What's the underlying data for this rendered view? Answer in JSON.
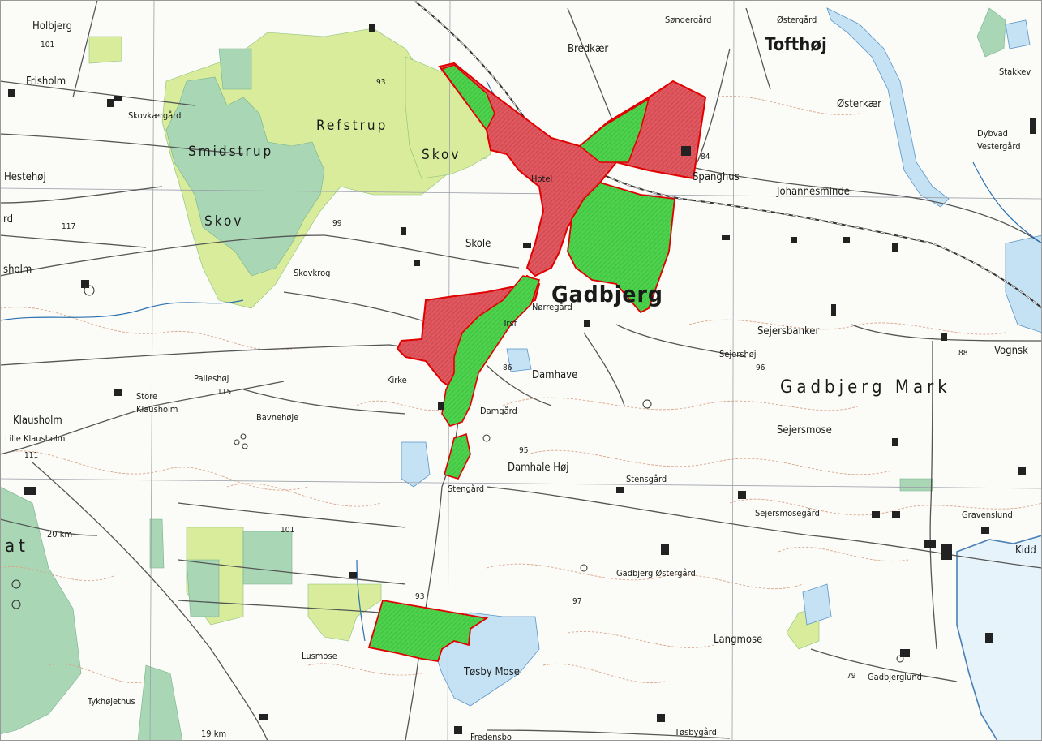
{
  "map": {
    "colors": {
      "paper": "#fbfbf7",
      "forest_light": "#d8ec9c",
      "forest_dark": "#a9d7b5",
      "water": "#c4e2f4",
      "red_area": "#e0585f",
      "green_area": "#4ed24e",
      "contour": "#d9a68c",
      "road": "#555555",
      "grid": "#9aa0a8"
    },
    "places": {
      "holbjerg": "Holbjerg",
      "frisholm": "Frisholm",
      "skovkaergard": "Skovkærgård",
      "hestehoj": "Hestehøj",
      "smidstrup": "Smidstrup",
      "skov1": "Skov",
      "refstrup": "Refstrup",
      "skov2": "Skov",
      "bredkaer": "Bredkær",
      "sondergard": "Søndergård",
      "ostergard": "Østergård",
      "tofthoj": "Tofthøj",
      "osterkaer": "Østerkær",
      "stakkev": "Stakkev",
      "dybvad": "Dybvad",
      "vestergard": "Vestergård",
      "hotel": "Hotel",
      "spanghus": "Spanghus",
      "johannesminde": "Johannesminde",
      "skole": "Skole",
      "skovkrog": "Skovkrog",
      "sholm": "sholm",
      "rd": "rd",
      "gadbjerg": "Gadbjerg",
      "norregard": "Nørregård",
      "trsf": "Trsf",
      "sejersbanker": "Sejersbanker",
      "sejershoj": "Sejershøj",
      "vognsk": "Vognsk",
      "gadbjerg_mark": "Gadbjerg Mark",
      "kirke": "Kirke",
      "damhave": "Damhave",
      "palleshoj": "Palleshøj",
      "store": "Store",
      "klausholm": "Klausholm",
      "bavnehoje": "Bavnehøje",
      "klausholm2": "Klausholm",
      "lille_klausholm": "Lille Klausholm",
      "damgard": "Damgård",
      "sejersmose": "Sejersmose",
      "damhale_hoj": "Damhale Høj",
      "stengard": "Stengård",
      "stensgard": "Stensgård",
      "sejersmosegard": "Sejersmosegård",
      "gravenslund": "Gravenslund",
      "kidd": "Kidd",
      "gadbjerg_ostergard": "Gadbjerg Østergård",
      "langmose": "Langmose",
      "lusmose": "Lusmose",
      "tosby_mose": "Tøsby Mose",
      "tykhojethus": "Tykhøjethus",
      "gadbjerglund": "Gadbjerglund",
      "tosbygard": "Tøsbygård",
      "fredensbo": "Fredensbo",
      "at": "at"
    },
    "heights": {
      "h101a": "101",
      "h117": "117",
      "h93a": "93",
      "h99": "99",
      "h84": "84",
      "h88": "88",
      "h96": "96",
      "h86": "86",
      "h115": "115",
      "h111": "111",
      "h95": "95",
      "h101b": "101",
      "h93b": "93",
      "h97": "97",
      "h79": "79"
    },
    "distances": {
      "km20": "20 km",
      "km19": "19 km"
    }
  }
}
